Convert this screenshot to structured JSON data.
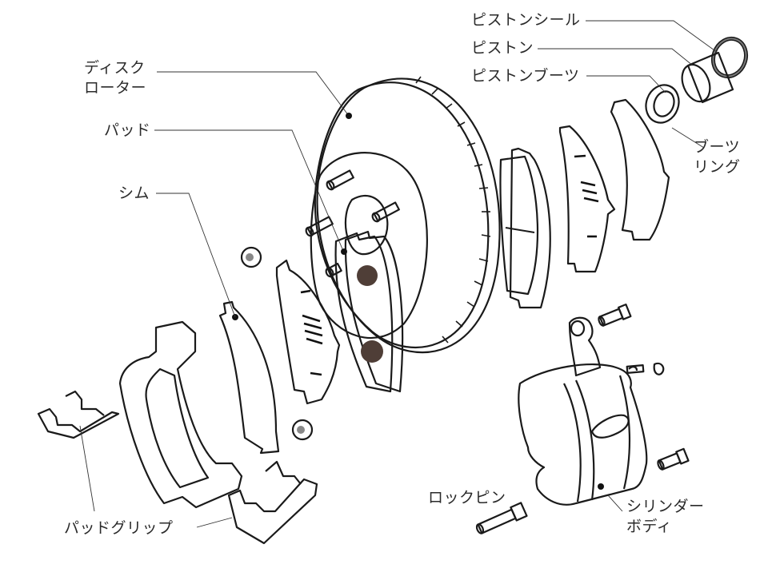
{
  "diagram": {
    "title": "Disc brake exploded view",
    "labels": {
      "piston_seal": "ピストンシール",
      "piston": "ピストン",
      "piston_boot": "ピストンブーツ",
      "boot_ring_line1": "ブーツ",
      "boot_ring_line2": "リング",
      "disc_rotor_line1": "ディスク",
      "disc_rotor_line2": "ローター",
      "pad": "パッド",
      "shim": "シム",
      "lock_pin": "ロックピン",
      "cylinder_body_line1": "シリンダー",
      "cylinder_body_line2": "ボディ",
      "pad_clip": "パッドグリップ"
    },
    "colors": {
      "rotor_face": "#e4ecf5",
      "rotor_hub": "#4a4a4c",
      "pad_backing": "#5d6670",
      "pad_friction": "#4e4740",
      "shim": "#dbe7f2",
      "caliper_body": "#f2b410",
      "bracket": "#a8a8a8",
      "outline": "#1a1a1a"
    }
  }
}
